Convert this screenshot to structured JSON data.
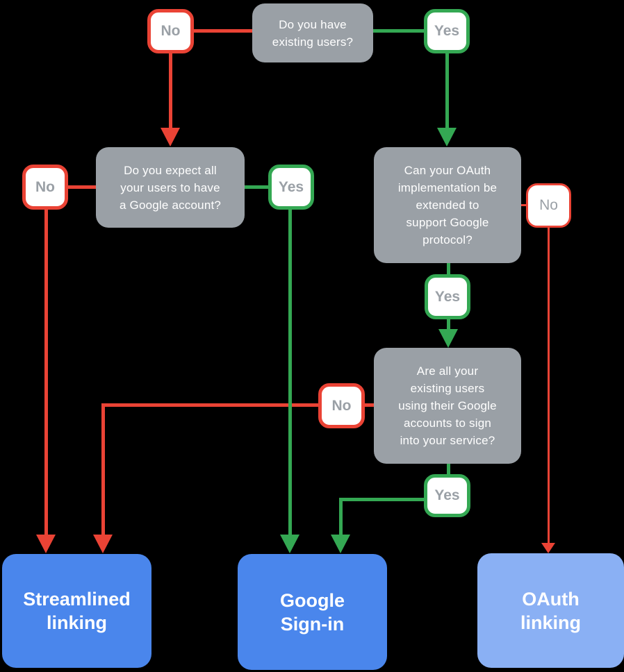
{
  "labels": {
    "yes": "Yes",
    "no": "No"
  },
  "questions": {
    "existing_users": {
      "lines": [
        "Do you have",
        "existing users?"
      ]
    },
    "expect_google_account": {
      "lines": [
        "Do you expect all",
        "your users to have",
        "a Google account?"
      ]
    },
    "oauth_extendable": {
      "lines": [
        "Can your OAuth",
        "implementation be",
        "extended to",
        "support Google",
        "protocol?"
      ]
    },
    "users_sign_in_google": {
      "lines": [
        "Are all your",
        "existing users",
        "using their Google",
        "accounts to sign",
        "into your service?"
      ]
    }
  },
  "results": {
    "streamlined": {
      "lines": [
        "Streamlined",
        "linking"
      ]
    },
    "google_signin": {
      "lines": [
        "Google",
        "Sign-in"
      ]
    },
    "oauth_linking": {
      "lines": [
        "OAuth",
        "linking"
      ]
    }
  },
  "colors": {
    "red": "#EA4335",
    "green": "#34A853",
    "question_box": "#9AA0A6",
    "label_text": "#9AA0A6",
    "result_primary": "#4A86EC",
    "result_secondary": "#8AB0F4",
    "text_on_box": "#FFFFFF",
    "background": "#000000"
  }
}
